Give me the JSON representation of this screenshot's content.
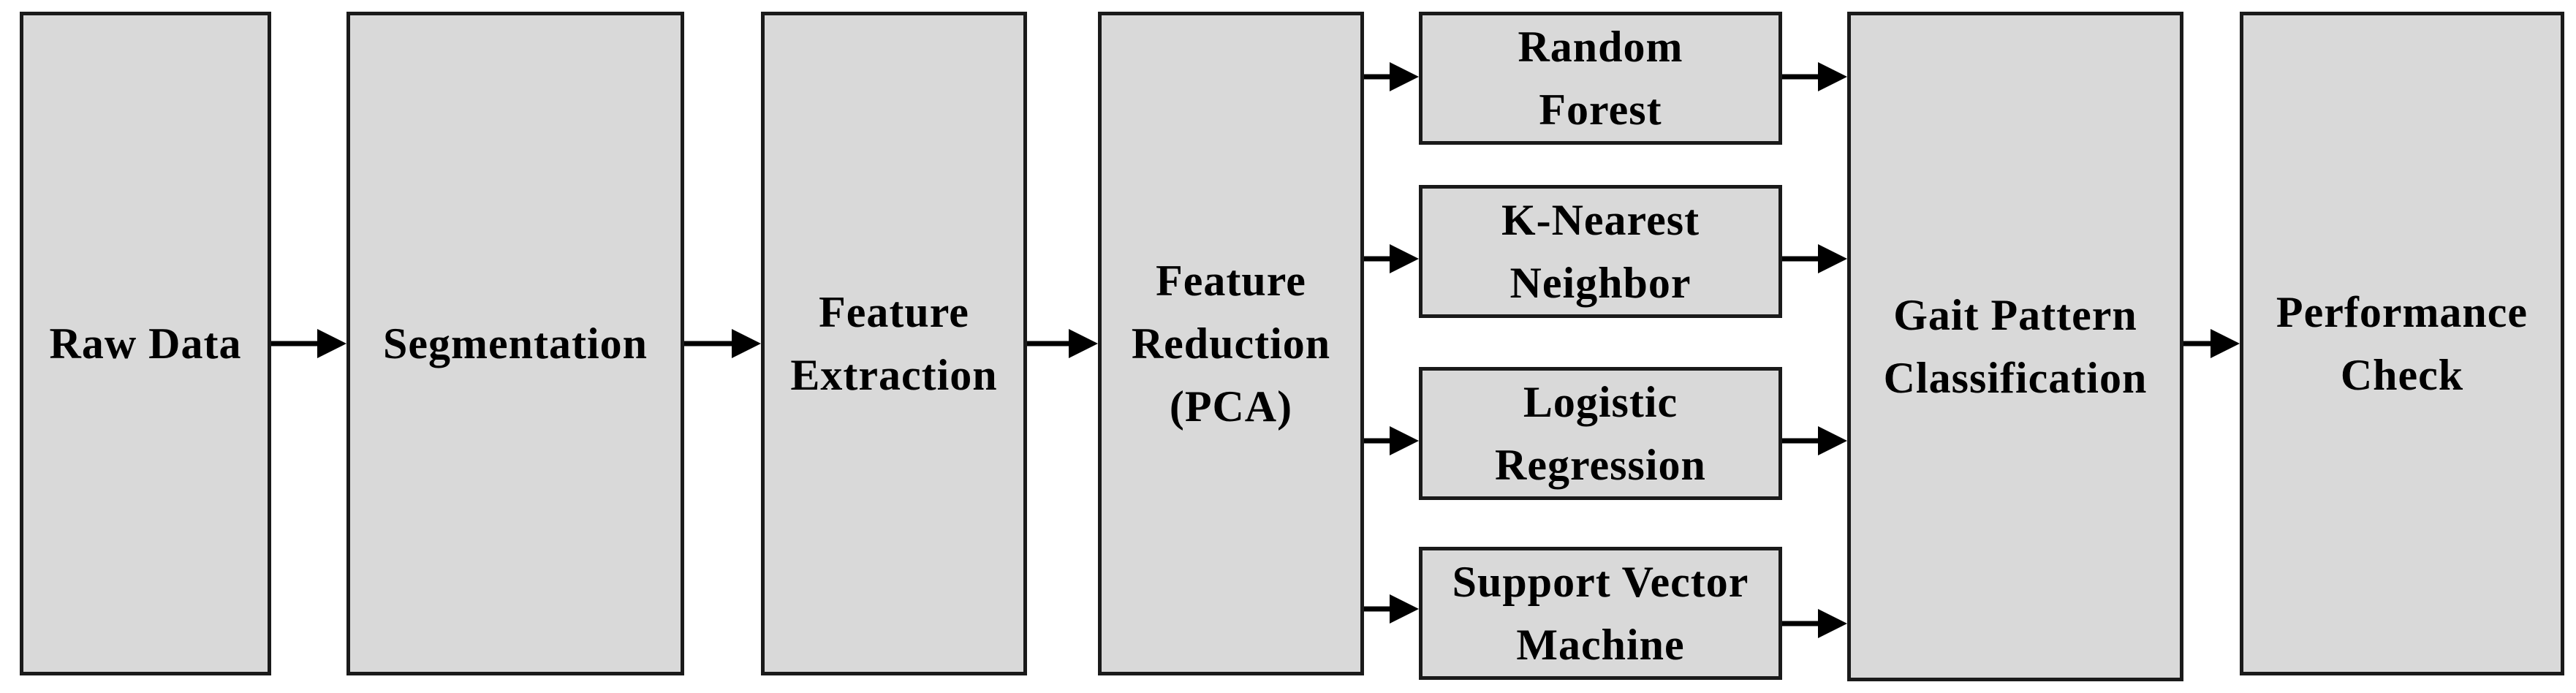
{
  "colors": {
    "box_fill": "#d9d9d9",
    "box_border": "#1a1a1a",
    "arrow": "#000000",
    "background": "#ffffff"
  },
  "nodes": {
    "raw_data": "Raw Data",
    "segmentation": "Segmentation",
    "feature_extraction": "Feature\nExtraction",
    "feature_reduction": "Feature\nReduction\n(PCA)",
    "random_forest": "Random\nForest",
    "knn": "K-Nearest\nNeighbor",
    "logistic_regression": "Logistic\nRegression",
    "svm": "Support Vector\nMachine",
    "gait_classification": "Gait Pattern\nClassification",
    "performance_check": "Performance\nCheck"
  },
  "edges": [
    {
      "from": "raw_data",
      "to": "segmentation"
    },
    {
      "from": "segmentation",
      "to": "feature_extraction"
    },
    {
      "from": "feature_extraction",
      "to": "feature_reduction"
    },
    {
      "from": "feature_reduction",
      "to": "random_forest"
    },
    {
      "from": "feature_reduction",
      "to": "knn"
    },
    {
      "from": "feature_reduction",
      "to": "logistic_regression"
    },
    {
      "from": "feature_reduction",
      "to": "svm"
    },
    {
      "from": "random_forest",
      "to": "gait_classification"
    },
    {
      "from": "knn",
      "to": "gait_classification"
    },
    {
      "from": "logistic_regression",
      "to": "gait_classification"
    },
    {
      "from": "svm",
      "to": "gait_classification"
    },
    {
      "from": "gait_classification",
      "to": "performance_check"
    }
  ]
}
